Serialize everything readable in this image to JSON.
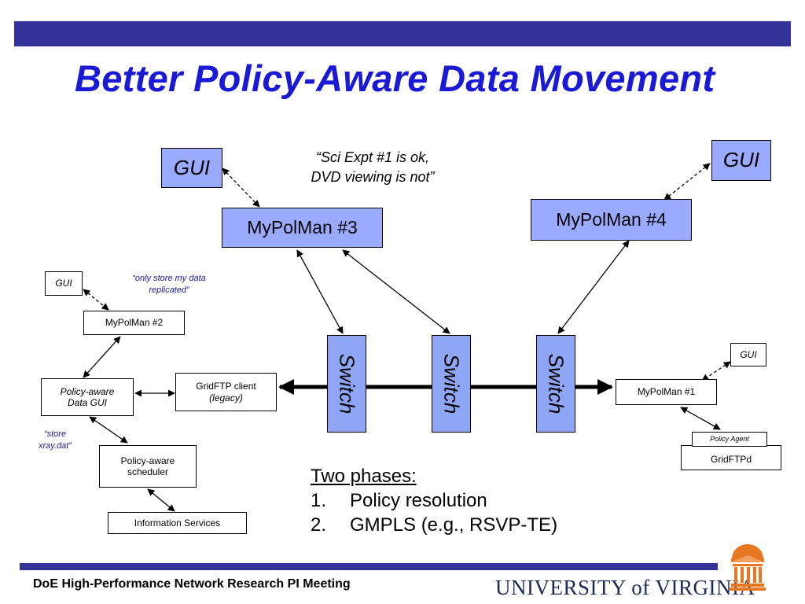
{
  "slide": {
    "title": "Better Policy-Aware Data Movement",
    "footer": "DoE High-Performance Network Research PI Meeting",
    "university": "UNIVERSITY of VIRGINIA"
  },
  "diagram": {
    "gui_top_left": "GUI",
    "gui_top_right": "GUI",
    "mypolman3": "MyPolMan #3",
    "mypolman4": "MyPolMan #4",
    "quote_top_line1": "“Sci Expt #1 is ok,",
    "quote_top_line2": "DVD viewing is not”",
    "gui_small_left": "GUI",
    "quote_replicated_line1": "“only store my data",
    "quote_replicated_line2": "replicated”",
    "mypolman2": "MyPolMan #2",
    "policy_gui_line1": "Policy-aware",
    "policy_gui_line2": "Data GUI",
    "gridftp_client_line1": "GridFTP client",
    "gridftp_client_line2": "(legacy)",
    "quote_store_line1": "“store",
    "quote_store_line2": "xray.dat”",
    "scheduler_line1": "Policy-aware",
    "scheduler_line2": "scheduler",
    "info_services": "Information Services",
    "switch_label": "Switch",
    "gui_small_right": "GUI",
    "mypolman1": "MyPolMan #1",
    "policy_agent": "Policy Agent",
    "gridftpd": "GridFTPd"
  },
  "phases": {
    "heading": "Two phases:",
    "items": [
      {
        "num": "1.",
        "text": "Policy resolution"
      },
      {
        "num": "2.",
        "text": "GMPLS (e.g., RSVP-TE)"
      }
    ]
  }
}
